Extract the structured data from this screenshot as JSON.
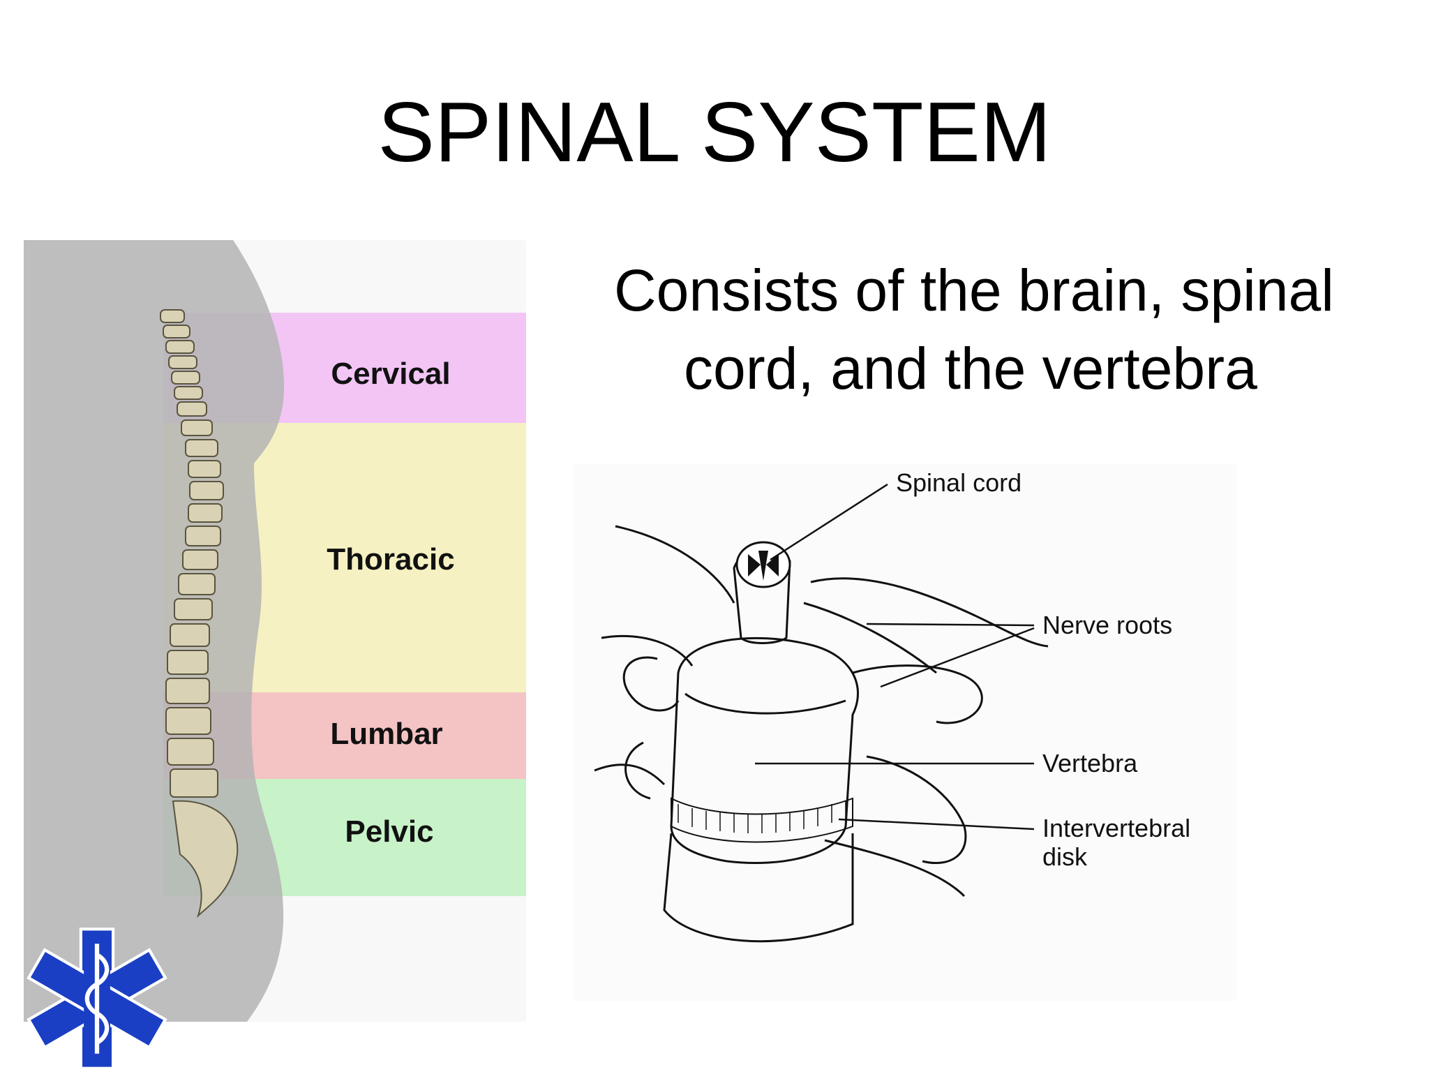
{
  "slide": {
    "title": "SPINAL SYSTEM",
    "bullet": "Consists of the brain, spinal cord, and the vertebra"
  },
  "spine_regions": {
    "cervical": "Cervical",
    "thoracic": "Thoracic",
    "lumbar": "Lumbar",
    "pelvic": "Pelvic"
  },
  "vertebra_diagram": {
    "spinal_cord": "Spinal cord",
    "nerve_roots": "Nerve roots",
    "vertebra": "Vertebra",
    "intervertebral_line1": "Intervertebral",
    "intervertebral_line2": "disk"
  },
  "colors": {
    "cervical": "#f2c5f5",
    "thoracic": "#f6f1c2",
    "lumbar": "#f4c3c3",
    "pelvic": "#c8f2c8",
    "silhouette": "#b4b4b4",
    "star_of_life": "#1a3fc4"
  }
}
